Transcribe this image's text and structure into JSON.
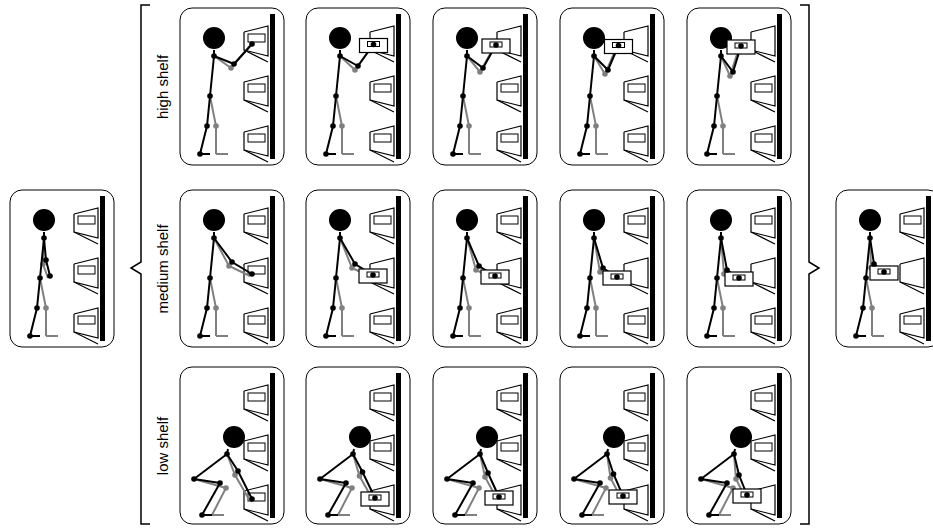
{
  "diagram": {
    "labels": [
      "high shelf",
      "medium shelf",
      "low shelf"
    ]
  }
}
